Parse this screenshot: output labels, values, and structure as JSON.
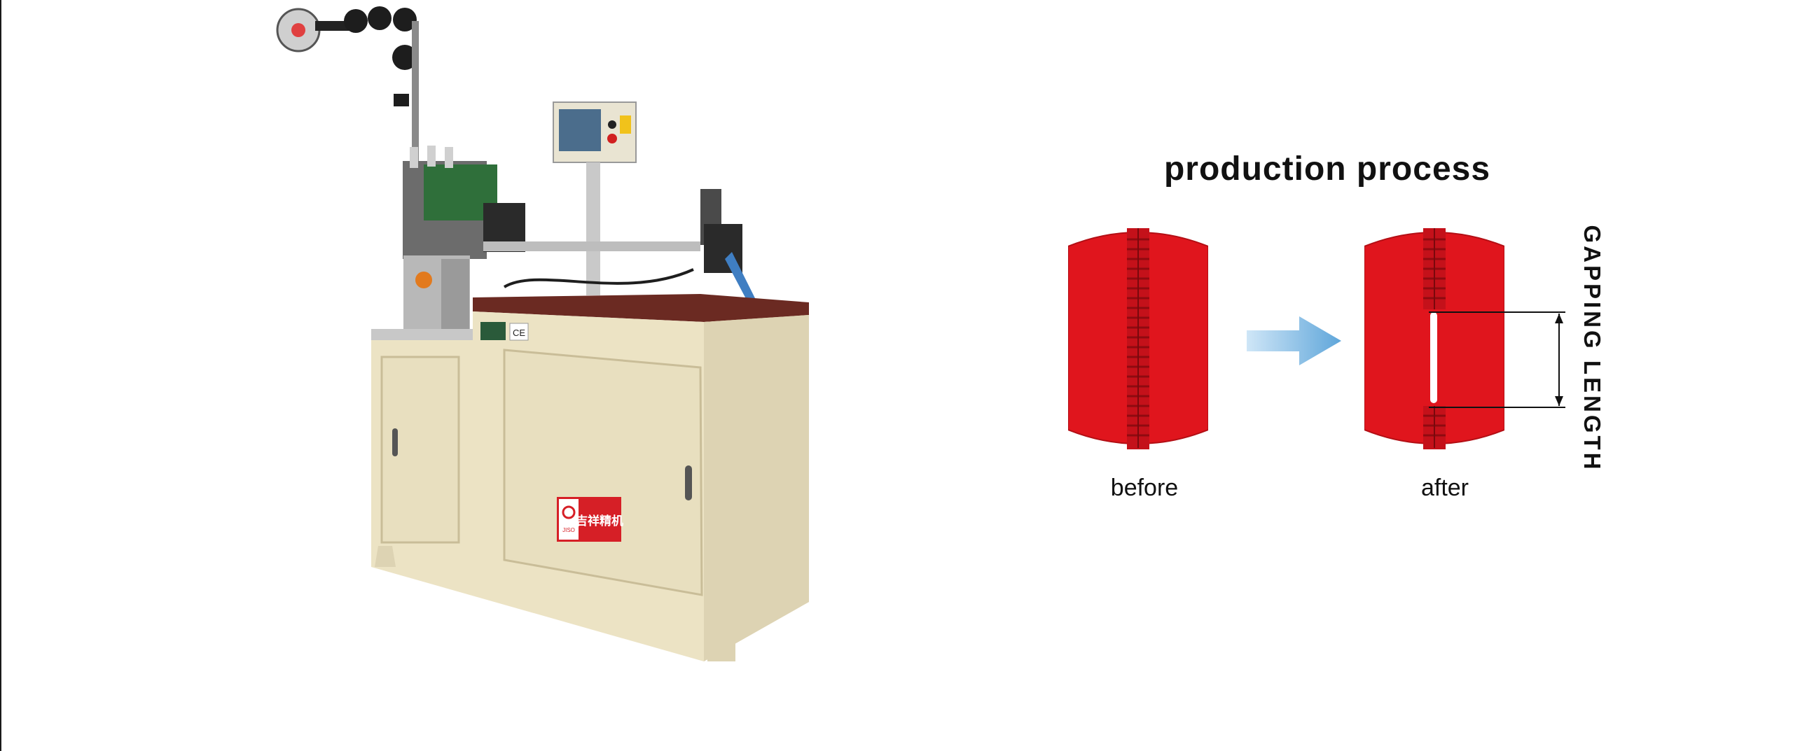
{
  "process": {
    "title": "production process",
    "before_label": "before",
    "after_label": "after",
    "measure_label": "GAPPING LENGTH"
  },
  "machine": {
    "label_cn": "吉祥精机",
    "label_brand": "JISO",
    "ce_mark": "CE"
  },
  "colors": {
    "zipper_red": "#e0151d",
    "cabinet": "#ece3c4",
    "tabletop": "#6b2a22",
    "arrow_blue": "#7fb8e3"
  }
}
